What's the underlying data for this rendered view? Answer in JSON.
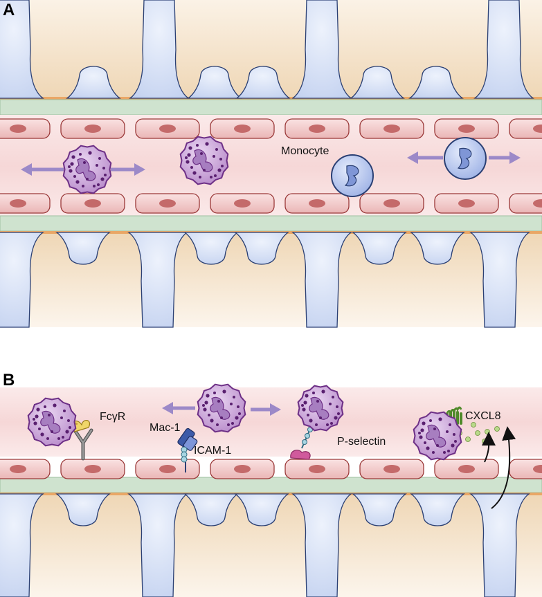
{
  "panels": [
    {
      "letter": "A",
      "labels": {
        "monocyte": "Monocyte"
      }
    },
    {
      "letter": "B",
      "labels": {
        "fcgr": "FcγR",
        "mac1": "Mac-1",
        "icam1": "ICAM-1",
        "pselectin": "P-selectin",
        "cxcl8": "CXCL8"
      }
    }
  ],
  "colors": {
    "tissue": "#f1dcc1",
    "podocyte": "#d2ddf3",
    "podocyte_edge": "#2a3f73",
    "gbm": "#cfe3cf",
    "gbm_edge": "#8fb591",
    "lumen": "#f8e6e6",
    "endothelium": "#f1c6c6",
    "endothelium_edge": "#9a3838",
    "nucleus": "#c46a6a",
    "neutrophil": "#c9a3d9",
    "neutrophil_edge": "#6d2f86",
    "granule": "#5a2070",
    "monocyte": "#b9c8ef",
    "arrow": "#9c89c8"
  },
  "icons": [
    "neutrophil-cell",
    "monocyte-cell",
    "podocyte-foot-process",
    "endothelial-cell",
    "fc-receptor",
    "integrin-receptor",
    "selectin",
    "chemokine-receptor"
  ]
}
